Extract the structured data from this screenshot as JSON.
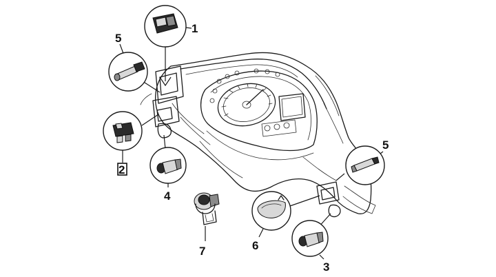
{
  "callouts": [
    {
      "id": "p1",
      "number": "1",
      "part_icon": "switch-icon"
    },
    {
      "id": "p5a",
      "number": "5",
      "part_icon": "bulb-icon"
    },
    {
      "id": "p2",
      "number": "2",
      "part_icon": "switch-icon"
    },
    {
      "id": "p4",
      "number": "4",
      "part_icon": "connector-icon"
    },
    {
      "id": "p7",
      "number": "7",
      "part_icon": "socket-icon"
    },
    {
      "id": "p5b",
      "number": "5",
      "part_icon": "bulb-icon"
    },
    {
      "id": "p6",
      "number": "6",
      "part_icon": "lens-icon"
    },
    {
      "id": "p3",
      "number": "3",
      "part_icon": "connector-icon"
    }
  ]
}
